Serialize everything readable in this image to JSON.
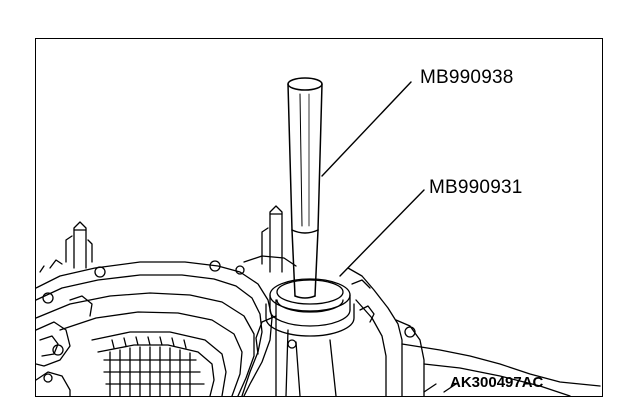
{
  "figure": {
    "callouts": [
      {
        "id": "tool-1",
        "text": "MB990938"
      },
      {
        "id": "tool-2",
        "text": "MB990931"
      }
    ],
    "figure_code": "AK300497AC"
  },
  "colors": {
    "line": "#000000",
    "background": "#ffffff"
  }
}
